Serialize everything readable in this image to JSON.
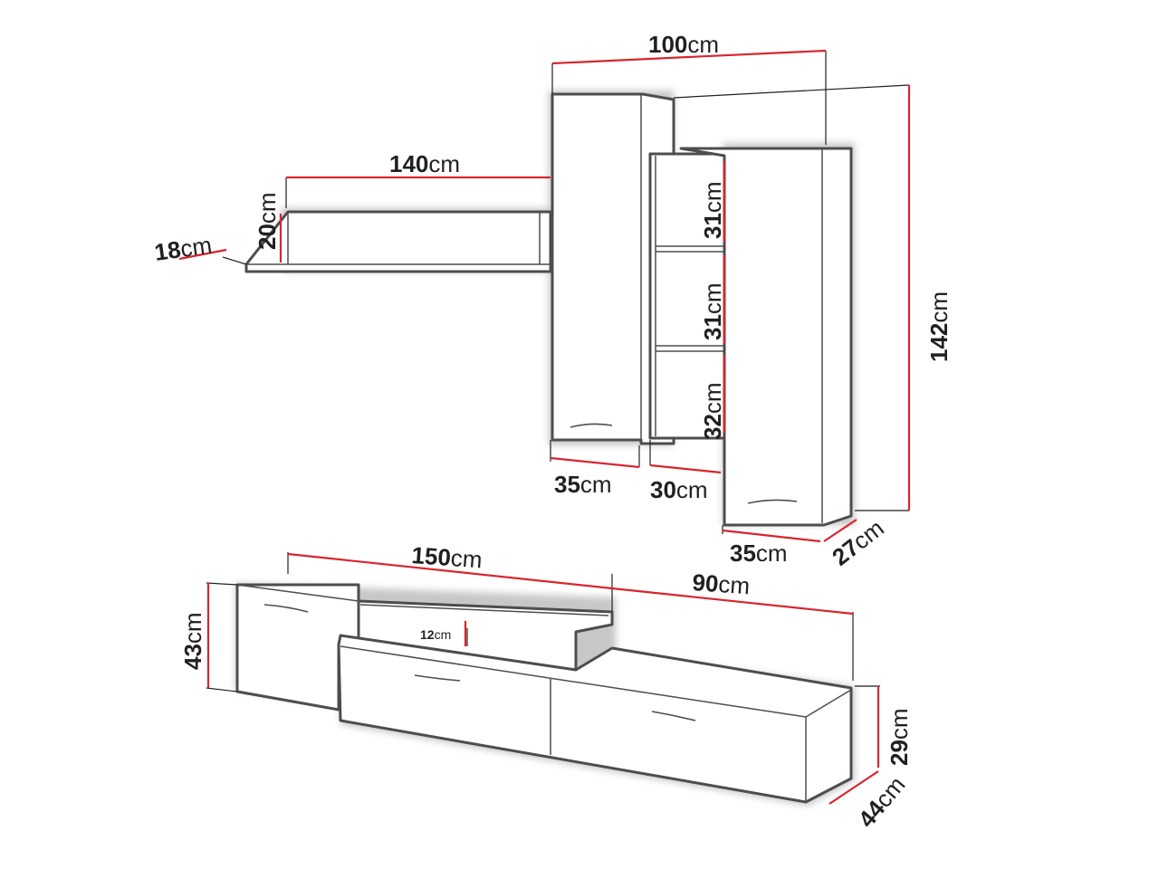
{
  "colors": {
    "dimension_line": "#d7262e",
    "outline": "#4d4d4d",
    "text": "#231f20",
    "shadow": "#9a9a9a"
  },
  "dimensions": {
    "d100": {
      "value": "100",
      "unit": "cm"
    },
    "d140": {
      "value": "140",
      "unit": "cm"
    },
    "d20": {
      "value": "20",
      "unit": "cm"
    },
    "d18": {
      "value": "18",
      "unit": "cm"
    },
    "d31a": {
      "value": "31",
      "unit": "cm"
    },
    "d31b": {
      "value": "31",
      "unit": "cm"
    },
    "d32": {
      "value": "32",
      "unit": "cm"
    },
    "d142": {
      "value": "142",
      "unit": "cm"
    },
    "d35a": {
      "value": "35",
      "unit": "cm"
    },
    "d30": {
      "value": "30",
      "unit": "cm"
    },
    "d35b": {
      "value": "35",
      "unit": "cm"
    },
    "d27": {
      "value": "27",
      "unit": "cm"
    },
    "d150": {
      "value": "150",
      "unit": "cm"
    },
    "d90": {
      "value": "90",
      "unit": "cm"
    },
    "d12": {
      "value": "12",
      "unit": "cm"
    },
    "d43": {
      "value": "43",
      "unit": "cm"
    },
    "d29": {
      "value": "29",
      "unit": "cm"
    },
    "d44": {
      "value": "44",
      "unit": "cm"
    }
  }
}
